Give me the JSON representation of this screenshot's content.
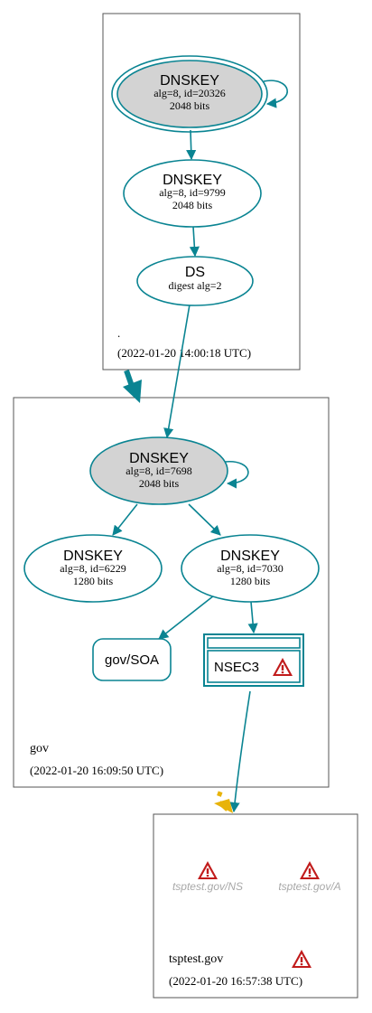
{
  "colors": {
    "edge": "#0a8492",
    "warning_red": "#c11b1b",
    "insecure_edge": "#e8b30a",
    "node_fill_gray": "#d3d3d3",
    "border": "#555555"
  },
  "zones": {
    "root": {
      "name": ".",
      "timestamp": "(2022-01-20 14:00:18 UTC)"
    },
    "gov": {
      "name": "gov",
      "timestamp": "(2022-01-20 16:09:50 UTC)"
    },
    "tsptest": {
      "name": "tsptest.gov",
      "timestamp": "(2022-01-20 16:57:38 UTC)"
    }
  },
  "nodes": {
    "root_ksk": {
      "title": "DNSKEY",
      "line1": "alg=8, id=20326",
      "line2": "2048 bits"
    },
    "root_zsk": {
      "title": "DNSKEY",
      "line1": "alg=8, id=9799",
      "line2": "2048 bits"
    },
    "gov_ds": {
      "title": "DS",
      "line1": "digest alg=2"
    },
    "gov_ksk": {
      "title": "DNSKEY",
      "line1": "alg=8, id=7698",
      "line2": "2048 bits"
    },
    "gov_zsk1": {
      "title": "DNSKEY",
      "line1": "alg=8, id=6229",
      "line2": "1280 bits"
    },
    "gov_zsk2": {
      "title": "DNSKEY",
      "line1": "alg=8, id=7030",
      "line2": "1280 bits"
    },
    "gov_soa": {
      "label": "gov/SOA"
    },
    "nsec3": {
      "label": "NSEC3"
    },
    "tsp_ns": {
      "label": "tsptest.gov/NS"
    },
    "tsp_a": {
      "label": "tsptest.gov/A"
    }
  },
  "icons": {
    "warning": "warning-triangle-icon"
  }
}
